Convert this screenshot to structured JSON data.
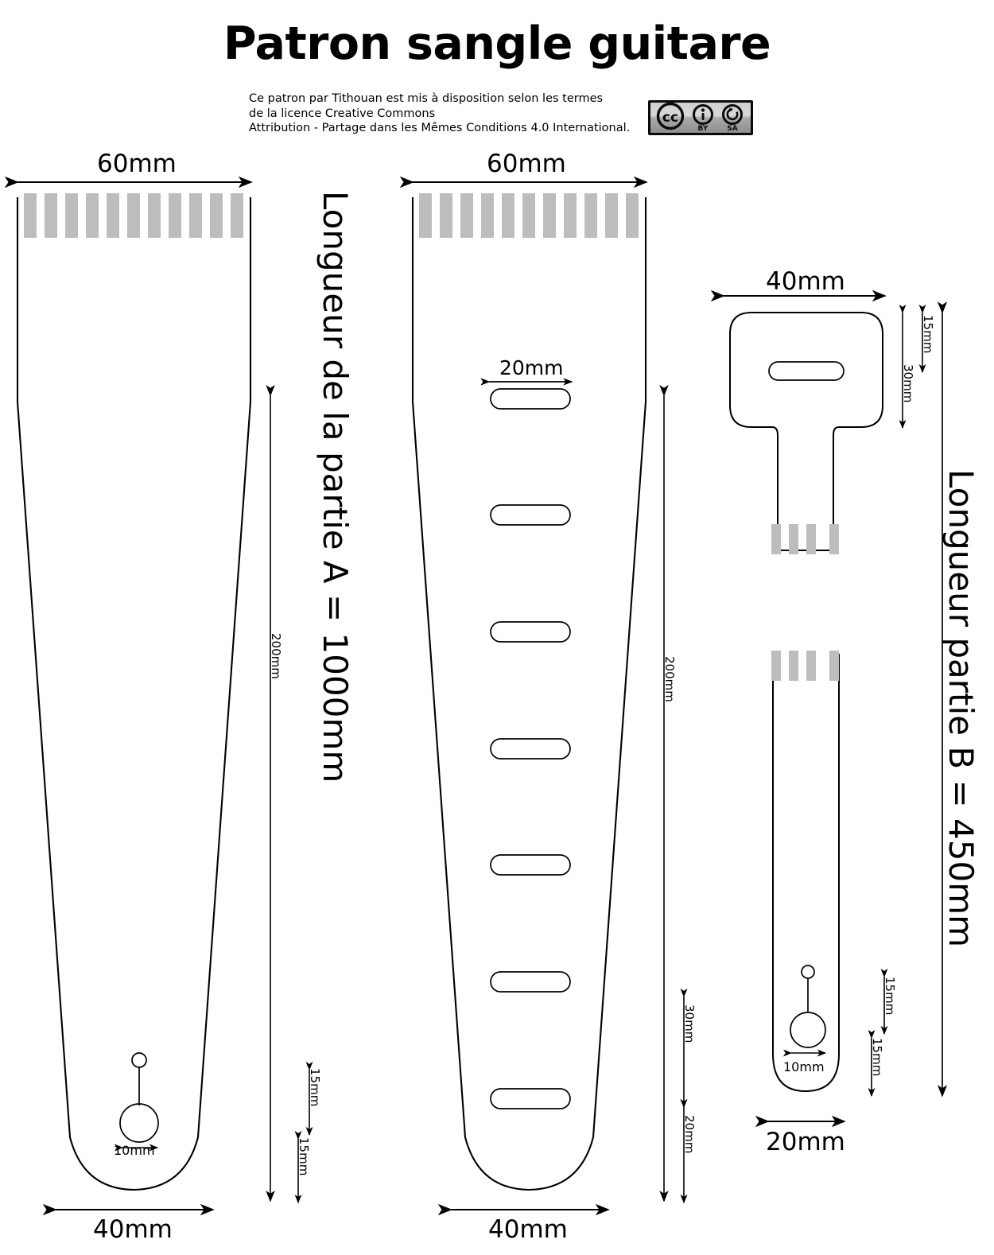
{
  "document": {
    "title": "Patron sangle guitare",
    "license_lines": [
      "Ce patron par Tithouan est mis à disposition selon les termes",
      "de la licence Creative Commons",
      "Attribution - Partage dans les Mêmes Conditions 4.0 International."
    ],
    "license_badge": {
      "name": "cc-by-sa-badge",
      "marks": [
        "CC",
        "BY",
        "SA"
      ]
    },
    "colors": {
      "stroke": "#000000",
      "hatch_gray": "#bdbdbd",
      "background": "#ffffff"
    }
  },
  "part_a": {
    "label": "Longueur de la partie A = 1000mm",
    "top_width": "60mm",
    "bottom_width": "40mm",
    "keyhole_width": "10mm",
    "length_dim": "200mm",
    "edge_dim_1": "15mm",
    "edge_dim_2": "15mm",
    "stitch_bars": 11
  },
  "part_a_mirror": {
    "top_width": "60mm",
    "bottom_width": "40mm",
    "slot_width": "20mm",
    "length_dim": "200mm",
    "slot_spacing_dim": "30mm",
    "slot_end_dim": "20mm",
    "slot_count": 7,
    "stitch_bars": 11
  },
  "part_b": {
    "label": "Longueur partie B = 450mm",
    "head_width": "40mm",
    "head_slot_offset": "15mm",
    "head_height": "30mm",
    "strap_width": "20mm",
    "keyhole_width": "10mm",
    "edge_dim_1": "15mm",
    "edge_dim_2": "15mm",
    "head_stitch_bars": 4,
    "strap_stitch_bars": 4
  }
}
